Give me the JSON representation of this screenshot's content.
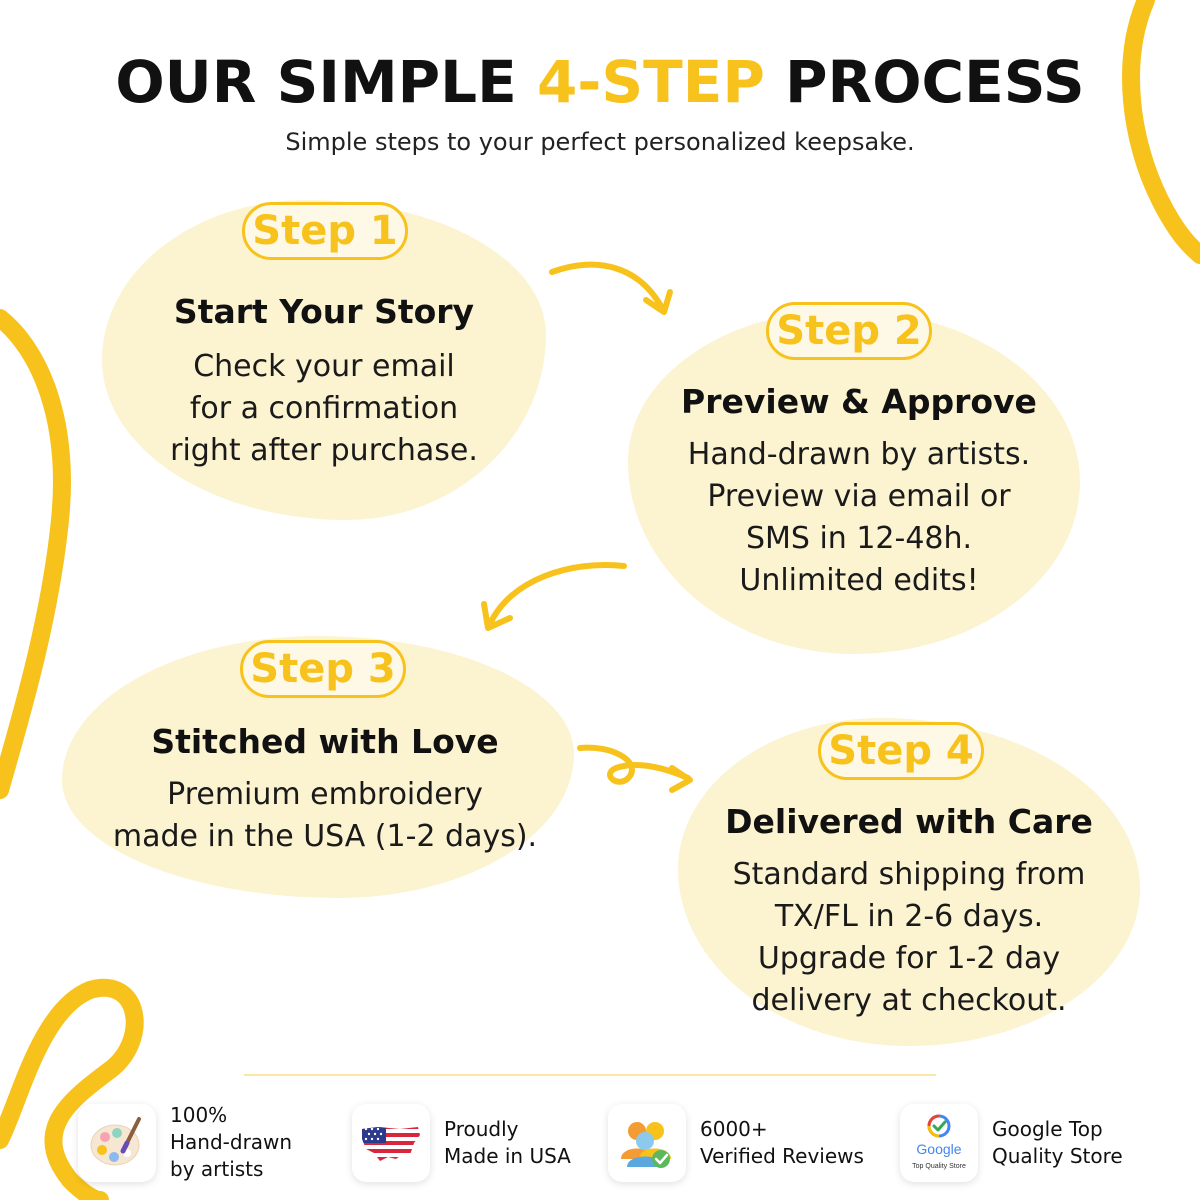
{
  "header": {
    "title_part1": "OUR SIMPLE ",
    "title_accent": "4-STEP",
    "title_part2": " PROCESS",
    "subtitle": "Simple steps to your perfect personalized keepsake."
  },
  "colors": {
    "accent": "#F8C21C",
    "card_bg": "#FCF3D1",
    "text": "#111111"
  },
  "steps": [
    {
      "label": "Step 1",
      "title": "Start Your Story",
      "lines": [
        "Check your email",
        "for a confirmation",
        "right after purchase."
      ]
    },
    {
      "label": "Step 2",
      "title": "Preview & Approve",
      "lines": [
        "Hand-drawn by artists.",
        "Preview via email or",
        "SMS in 12-48h.",
        "Unlimited edits!"
      ]
    },
    {
      "label": "Step 3",
      "title": "Stitched with Love",
      "lines": [
        "Premium embroidery",
        "made in the USA (1-2 days)."
      ]
    },
    {
      "label": "Step 4",
      "title": "Delivered with Care",
      "lines": [
        "Standard shipping from",
        "TX/FL in 2-6 days.",
        "Upgrade for 1-2 day",
        "delivery at checkout."
      ]
    }
  ],
  "badges": [
    {
      "icon": "paint-palette-icon",
      "lines": [
        "100%",
        "Hand-drawn",
        "by artists"
      ]
    },
    {
      "icon": "usa-flag-map-icon",
      "lines": [
        "Proudly",
        "Made in USA"
      ]
    },
    {
      "icon": "verified-users-icon",
      "lines": [
        "6000+",
        "Verified Reviews"
      ]
    },
    {
      "icon": "google-badge-icon",
      "lines": [
        "Google Top",
        "Quality Store"
      ],
      "logo_text": "Google",
      "logo_sub": "Top Quality Store"
    }
  ]
}
